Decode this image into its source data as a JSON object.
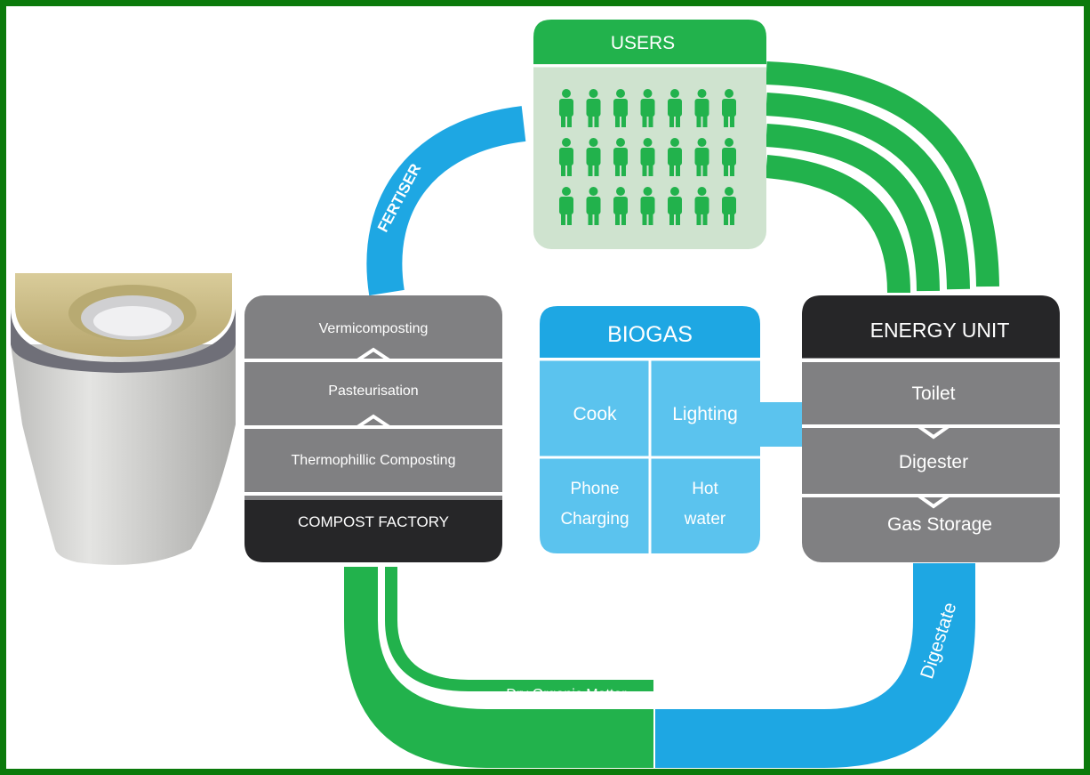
{
  "users": {
    "title": "USERS",
    "icon": "person-icon",
    "count": 21
  },
  "flows": {
    "fertiliser": "FERTISER",
    "digestate": "Digestate",
    "dry_organic_matter": "Dry Organic Matter"
  },
  "compost_factory": {
    "steps": [
      "Vermicomposting",
      "Pasteurisation",
      "Thermophillic Composting"
    ],
    "title": "COMPOST FACTORY"
  },
  "biogas": {
    "title": "BIOGAS",
    "uses": {
      "cook": "Cook",
      "lighting": "Lighting",
      "phone_line1": "Phone",
      "phone_line2": "Charging",
      "hot_line1": "Hot",
      "hot_line2": "water"
    }
  },
  "energy_unit": {
    "title": "ENERGY UNIT",
    "steps": [
      "Toilet",
      "Digester",
      "Gas Storage"
    ]
  },
  "colors": {
    "green": "#22b24c",
    "blue": "#1ea7e3",
    "light_blue": "#5bc3ee",
    "gray": "#808082",
    "dark": "#262628",
    "users_panel": "#cfe3cf",
    "frame": "#0b7a0b"
  }
}
